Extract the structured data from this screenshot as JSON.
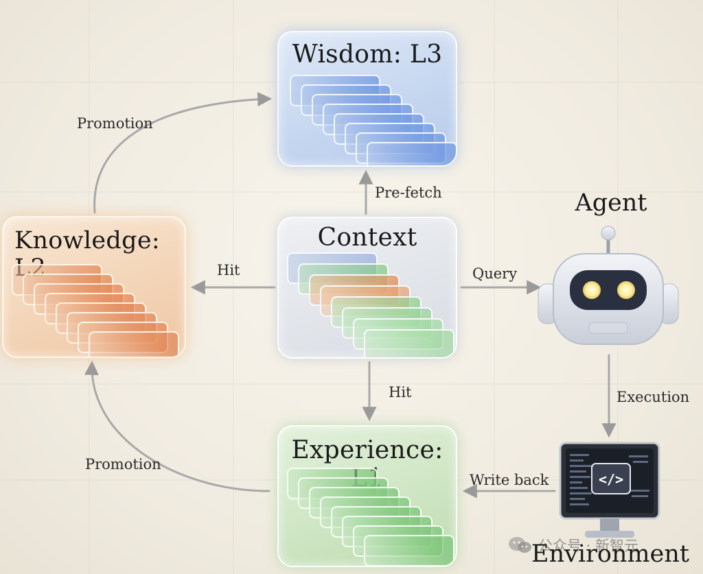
{
  "nodes": {
    "wisdom": {
      "title": "Wisdom: L3"
    },
    "knowledge": {
      "title": "Knowledge: L2"
    },
    "context": {
      "title": "Context"
    },
    "experience": {
      "title": "Experience: L1"
    },
    "agent": {
      "title": "Agent"
    },
    "environment": {
      "title": "Environment"
    }
  },
  "edges": {
    "promotion_top": "Promotion",
    "promotion_bottom": "Promotion",
    "prefetch": "Pre-fetch",
    "hit_left": "Hit",
    "hit_down": "Hit",
    "query": "Query",
    "execution": "Execution",
    "write_back": "Write back"
  },
  "watermark": {
    "text": "公众号 · 新智元"
  },
  "colors": {
    "wisdom": "#b7cbea",
    "knowledge": "#eec6a3",
    "context": "#d8dce3",
    "experience": "#bfdcb2",
    "arrow": "#8a8a8a",
    "robot_eye": "#fff2a8"
  },
  "icons": {
    "agent": "robot-icon",
    "environment": "code-monitor-icon",
    "watermark": "wechat-icon"
  }
}
